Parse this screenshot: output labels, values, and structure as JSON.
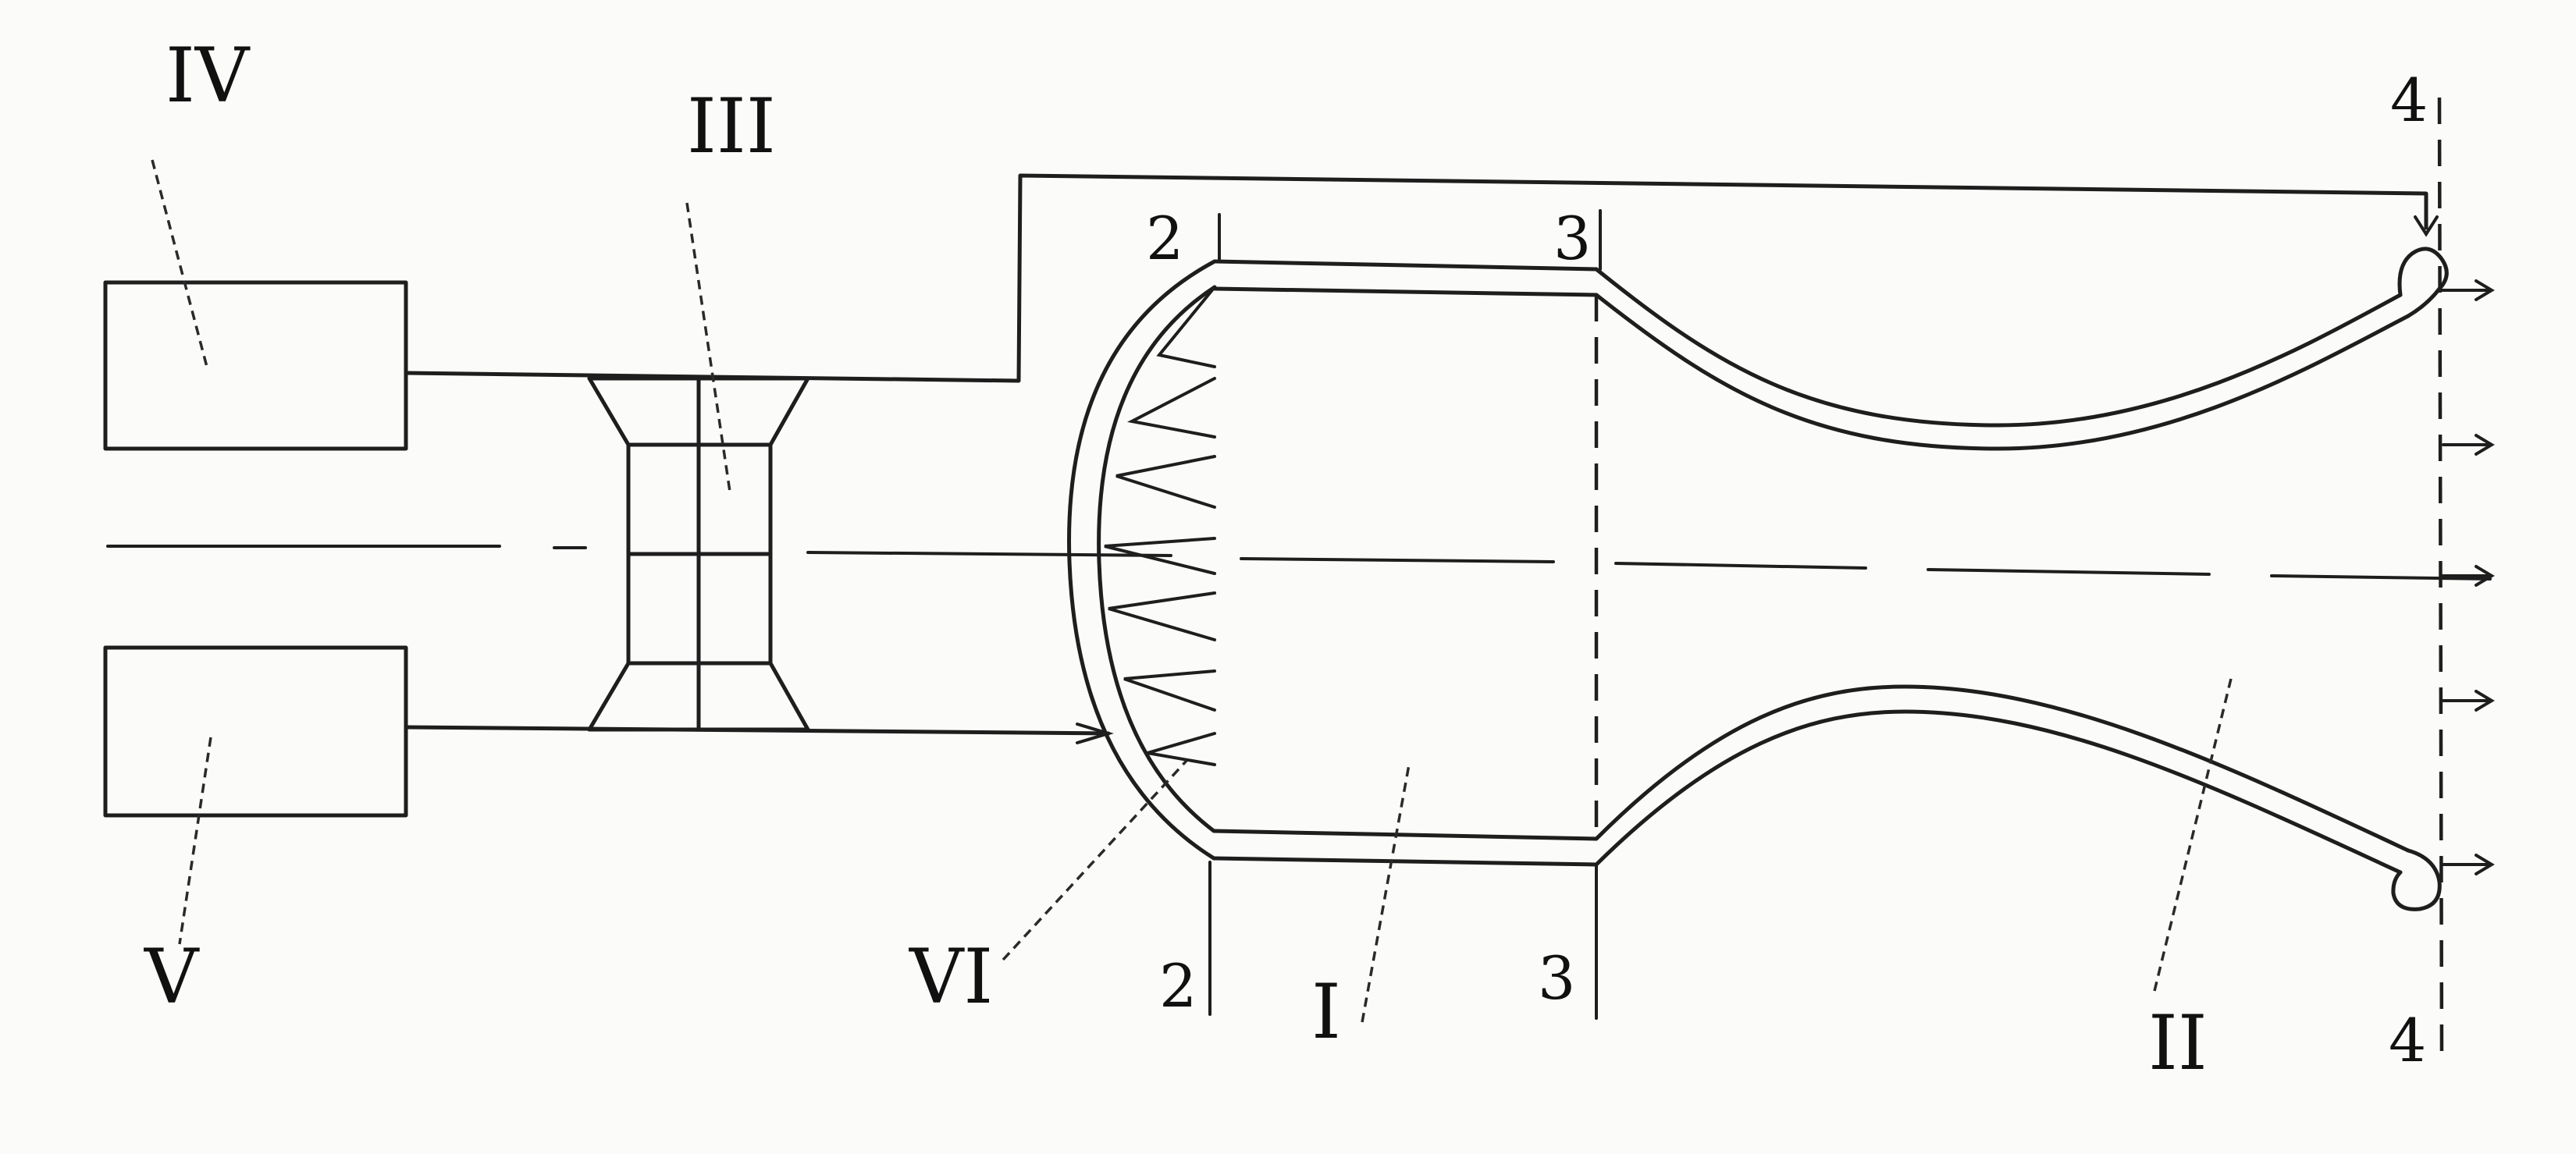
{
  "labels": {
    "combustion_chamber": "I",
    "nozzle": "II",
    "pump": "III",
    "oxidizer_tank": "IV",
    "fuel_tank": "V",
    "injector_head": "VI"
  },
  "sections": {
    "s2": "2",
    "s3": "3",
    "s4": "4"
  }
}
